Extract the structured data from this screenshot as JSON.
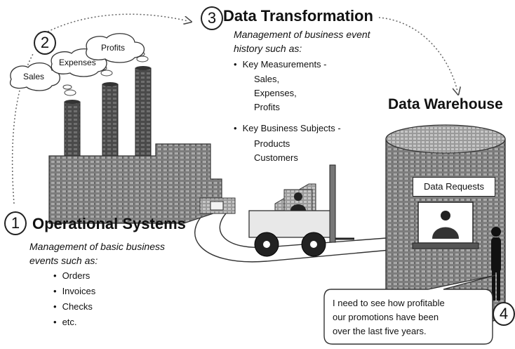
{
  "step_numbers": [
    "1",
    "2",
    "3",
    "4"
  ],
  "clouds": [
    "Sales",
    "Expenses",
    "Profits"
  ],
  "transformation": {
    "title": "Data Transformation",
    "desc_line1": "Management of business event",
    "desc_line2": "history such as:",
    "item1_label": "Key Measurements -",
    "item1_sub": [
      "Sales,",
      "Expenses,",
      "Profits"
    ],
    "item2_label": "Key Business Subjects -",
    "item2_sub": [
      "Products",
      "Customers"
    ]
  },
  "warehouse": {
    "title": "Data Warehouse",
    "requests_label": "Data Requests"
  },
  "operational": {
    "title": "Operational Systems",
    "desc_line1": "Management of basic business",
    "desc_line2": "events such as:",
    "items": [
      "Orders",
      "Invoices",
      "Checks",
      "etc."
    ]
  },
  "speech": {
    "lines": [
      "I need to see how profitable",
      "our promotions have been",
      "over the last five years."
    ]
  }
}
